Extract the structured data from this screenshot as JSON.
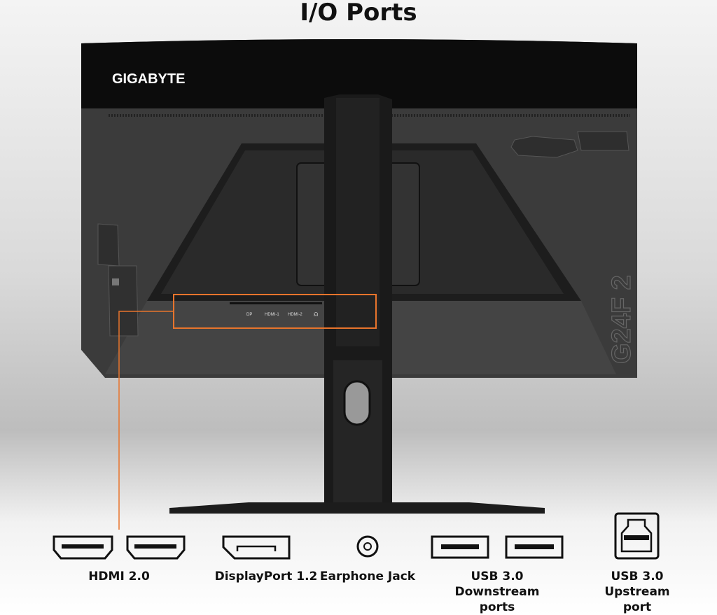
{
  "title": "I/O Ports",
  "monitor": {
    "brand": "GIGABYTE",
    "model": "G24F 2",
    "port_labels": [
      "DP",
      "HDMI-1",
      "HDMI-2",
      "headphone"
    ]
  },
  "highlight_color": "#e8742c",
  "ports": [
    {
      "label": "HDMI 2.0",
      "icon": "hdmi-port-icon",
      "count": 2
    },
    {
      "label": "DisplayPort 1.2",
      "icon": "displayport-icon",
      "count": 1
    },
    {
      "label": "Earphone Jack",
      "icon": "earphone-jack-icon",
      "count": 1
    },
    {
      "label": "USB 3.0 Downstream ports",
      "lines": [
        "USB 3.0",
        "Downstream",
        "ports"
      ],
      "icon": "usb-a-port-icon",
      "count": 2
    },
    {
      "label": "USB 3.0 Upstream port",
      "lines": [
        "USB 3.0",
        "Upstream",
        "port"
      ],
      "icon": "usb-b-port-icon",
      "count": 1
    }
  ]
}
